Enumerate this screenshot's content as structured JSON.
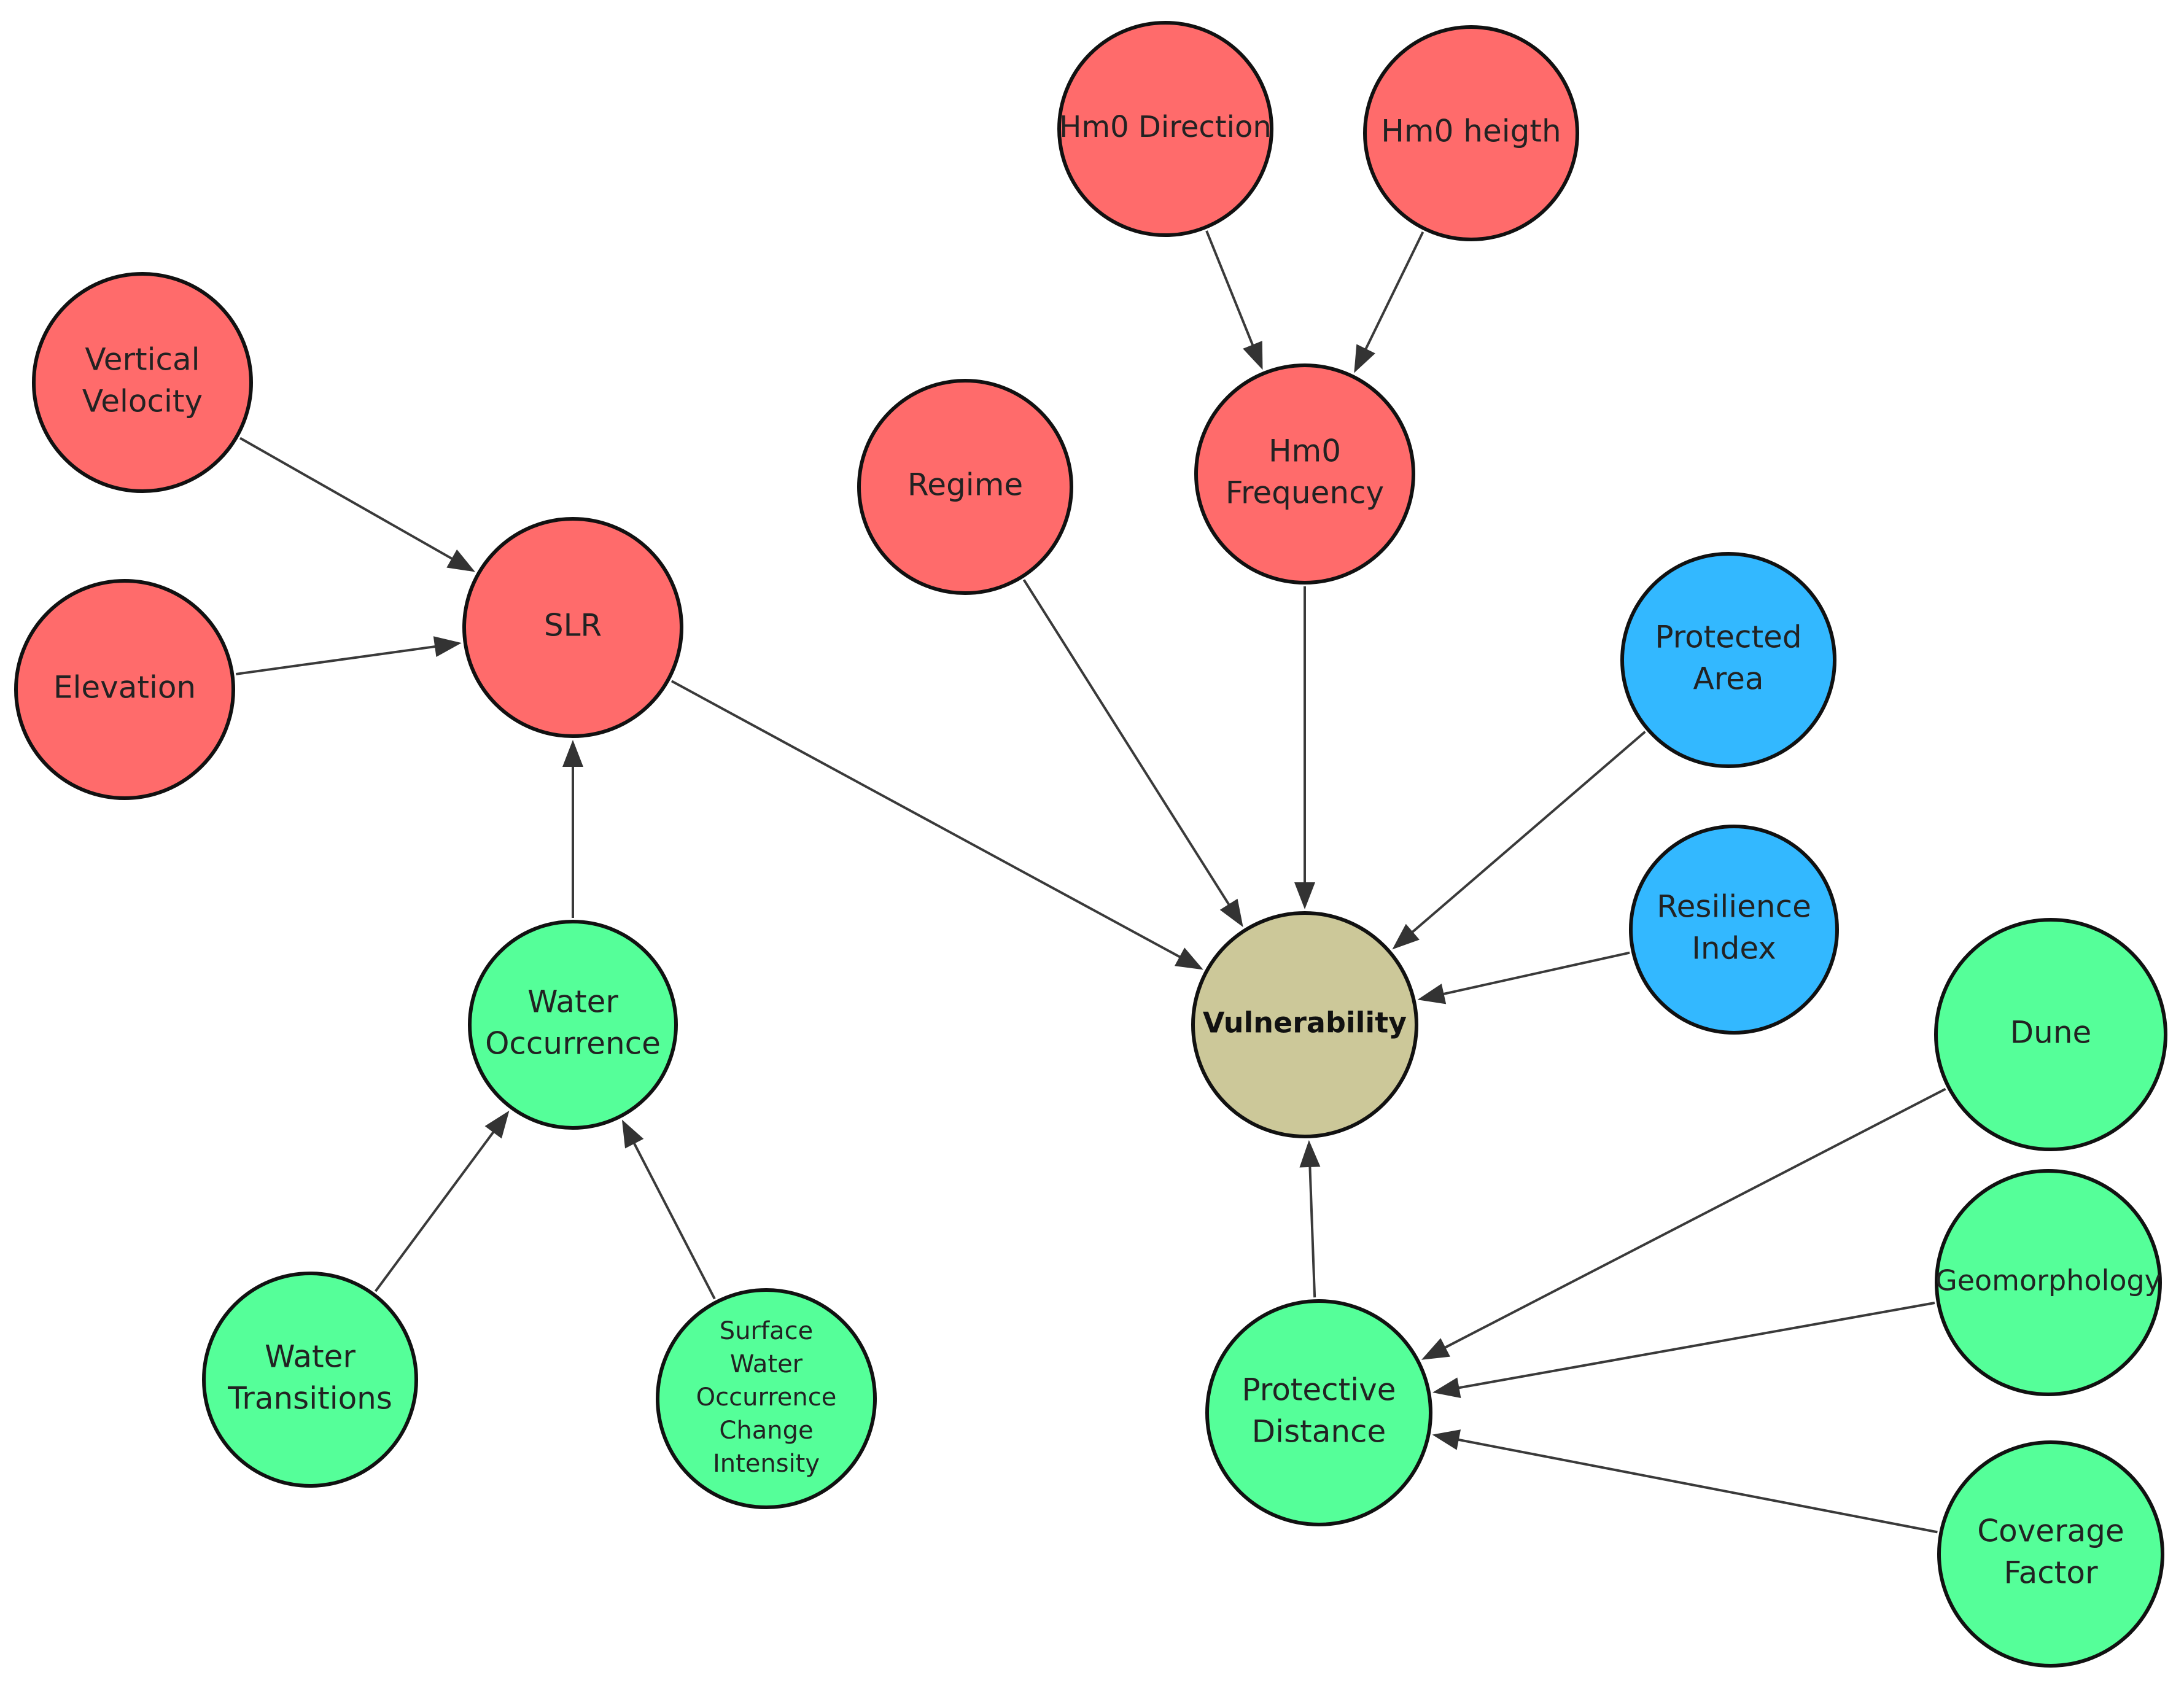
{
  "colors": {
    "risk": "#FF6B6B",
    "social": "#33B8FF",
    "environment": "#55FF99",
    "target": "#CCC899"
  },
  "nodes": [
    {
      "id": "vertical_velocity",
      "lines": [
        "Vertical",
        "Velocity"
      ],
      "color": "risk"
    },
    {
      "id": "elevation",
      "lines": [
        "Elevation"
      ],
      "color": "risk"
    },
    {
      "id": "slr",
      "lines": [
        "SLR"
      ],
      "color": "risk"
    },
    {
      "id": "regime",
      "lines": [
        "Regime"
      ],
      "color": "risk"
    },
    {
      "id": "hm0_direction",
      "lines": [
        "Hm0 Direction"
      ],
      "color": "risk"
    },
    {
      "id": "hm0_heigth",
      "lines": [
        "Hm0 heigth"
      ],
      "color": "risk"
    },
    {
      "id": "hm0_frequency",
      "lines": [
        "Hm0",
        "Frequency"
      ],
      "color": "risk"
    },
    {
      "id": "protected_area",
      "lines": [
        "Protected",
        "Area"
      ],
      "color": "social"
    },
    {
      "id": "resilience_index",
      "lines": [
        "Resilience",
        "Index"
      ],
      "color": "social"
    },
    {
      "id": "vulnerability",
      "lines": [
        "Vulnerability"
      ],
      "color": "target",
      "bold": true
    },
    {
      "id": "water_occurrence",
      "lines": [
        "Water",
        "Occurrence"
      ],
      "color": "environment"
    },
    {
      "id": "water_transitions",
      "lines": [
        "Water",
        "Transitions"
      ],
      "color": "environment"
    },
    {
      "id": "surface_water_change",
      "lines": [
        "Surface",
        "Water",
        "Occurrence",
        "Change",
        "Intensity"
      ],
      "color": "environment"
    },
    {
      "id": "dune",
      "lines": [
        "Dune"
      ],
      "color": "environment"
    },
    {
      "id": "geomorphology",
      "lines": [
        "Geomorphology"
      ],
      "color": "environment"
    },
    {
      "id": "protective_distance",
      "lines": [
        "Protective",
        "Distance"
      ],
      "color": "environment"
    },
    {
      "id": "coverage_factor",
      "lines": [
        "Coverage",
        "Factor"
      ],
      "color": "environment"
    }
  ],
  "edges": [
    {
      "from": "vertical_velocity",
      "to": "slr"
    },
    {
      "from": "elevation",
      "to": "slr"
    },
    {
      "from": "water_occurrence",
      "to": "slr"
    },
    {
      "from": "slr",
      "to": "vulnerability"
    },
    {
      "from": "regime",
      "to": "vulnerability"
    },
    {
      "from": "hm0_direction",
      "to": "hm0_frequency"
    },
    {
      "from": "hm0_heigth",
      "to": "hm0_frequency"
    },
    {
      "from": "hm0_frequency",
      "to": "vulnerability"
    },
    {
      "from": "protected_area",
      "to": "vulnerability"
    },
    {
      "from": "resilience_index",
      "to": "vulnerability"
    },
    {
      "from": "protective_distance",
      "to": "vulnerability"
    },
    {
      "from": "water_transitions",
      "to": "water_occurrence"
    },
    {
      "from": "surface_water_change",
      "to": "water_occurrence"
    },
    {
      "from": "dune",
      "to": "protective_distance"
    },
    {
      "from": "geomorphology",
      "to": "protective_distance"
    },
    {
      "from": "coverage_factor",
      "to": "protective_distance"
    }
  ]
}
